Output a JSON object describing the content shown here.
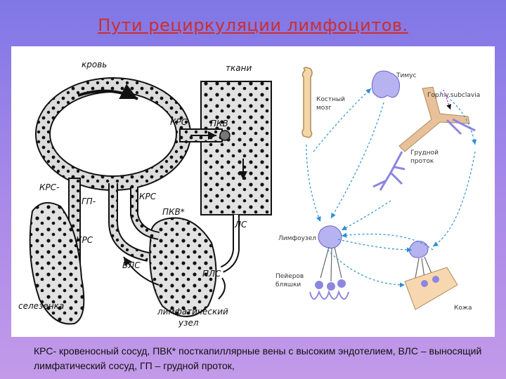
{
  "title": "Пути рециркуляции лимфоцитов.",
  "left_diagram": {
    "labels": {
      "blood": "кровь",
      "tissues": "ткани",
      "krs_top": "КРС",
      "pkv_top": "ПКВ",
      "krs_left": "КРС-",
      "gp": "ГП-",
      "krs_spleen": "КРС",
      "krs_mid": "КРС",
      "pkv_mid": "ПКВ*",
      "ls": "ЛС",
      "vls": "ВЛС",
      "pls": "ПЛС",
      "spleen": "селезенка",
      "lymph_node_line1": "лимфатический",
      "lymph_node_line2": "узел"
    }
  },
  "right_diagram": {
    "labels": {
      "thymus": "Тимус",
      "bone_marrow_line1": "Костный",
      "bone_marrow_line2": "мозг",
      "subclavian_vein": "Горл.v.subclavia",
      "thoracic_duct_line1": "Грудной",
      "thoracic_duct_line2": "проток",
      "lymph_node": "Лимфоузел",
      "peyer_line1": "Пейеров",
      "peyer_line2": "бляшки",
      "skin": "Кожа"
    }
  },
  "caption": "КРС- кровеносный сосуд, ПВК* посткапиллярные вены с высоким эндотелием, ВЛС – выносящий лимфатический сосуд, ГП – грудной проток,",
  "colors": {
    "title": "#cc2e2e",
    "arrows_right": "#2a8fd6",
    "organ_fill": "#b7b2f0",
    "bone_fill": "#f4d7a6",
    "vein_fill": "#e8c19a",
    "skin_fill": "#f7d7b0"
  }
}
